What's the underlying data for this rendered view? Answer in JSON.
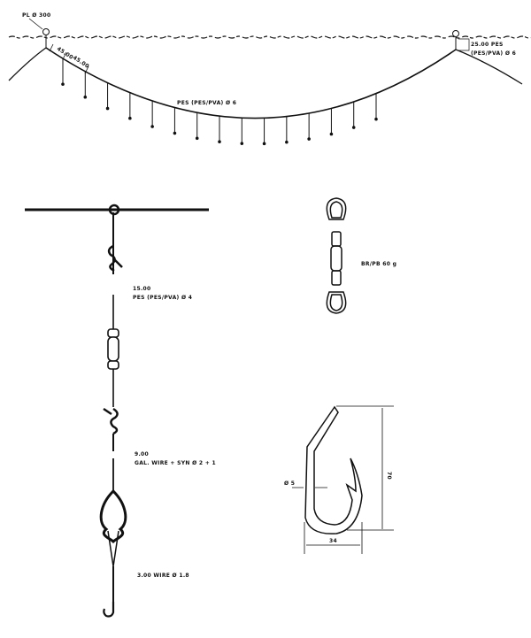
{
  "longline": {
    "float_label": "PL Ø 300",
    "section_a": "45.00",
    "section_b": "45.00",
    "float_line_length": "25.00 PES",
    "float_line_spec": "(PES/PVA) Ø 6",
    "mainline_label": "PES (PES/PVA) Ø 6",
    "branchline_count": 15
  },
  "branchline": {
    "upper_length": "15.00",
    "upper_spec": "PES (PES/PVA) Ø 4",
    "middle_length": "9.00",
    "middle_spec": "GAL. WIRE + SYN Ø 2 + 1",
    "lower_spec": "3.00 WIRE Ø 1.8"
  },
  "swivel": {
    "label": "BR/PB 60 g"
  },
  "hook": {
    "wire_dia": "Ø 5",
    "height": "70",
    "width": "34"
  }
}
